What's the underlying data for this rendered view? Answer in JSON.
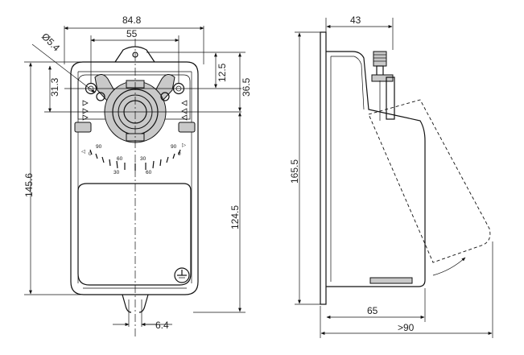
{
  "front_view": {
    "dimensions": {
      "width_total": "84.8",
      "hole_spacing": "55",
      "hole_diameter": "Ø5.4",
      "hole_to_top": "12.5",
      "shaft_to_top": "36.5",
      "hole_to_shaft": "31.3",
      "total_height": "145.6",
      "shaft_to_bottom": "124.5",
      "bottom_slot": "6.4"
    },
    "scale_labels": {
      "left_0": "0",
      "left_30": "30",
      "left_60": "60",
      "left_90": "90",
      "right_0": "0",
      "right_30": "30",
      "right_60": "60",
      "right_90": "90",
      "left_arrow": "◁",
      "right_arrow": "▷"
    }
  },
  "side_view": {
    "dimensions": {
      "top_depth": "43",
      "height": "165.5",
      "bottom_depth": "65",
      "swing_clearance": ">90"
    }
  }
}
